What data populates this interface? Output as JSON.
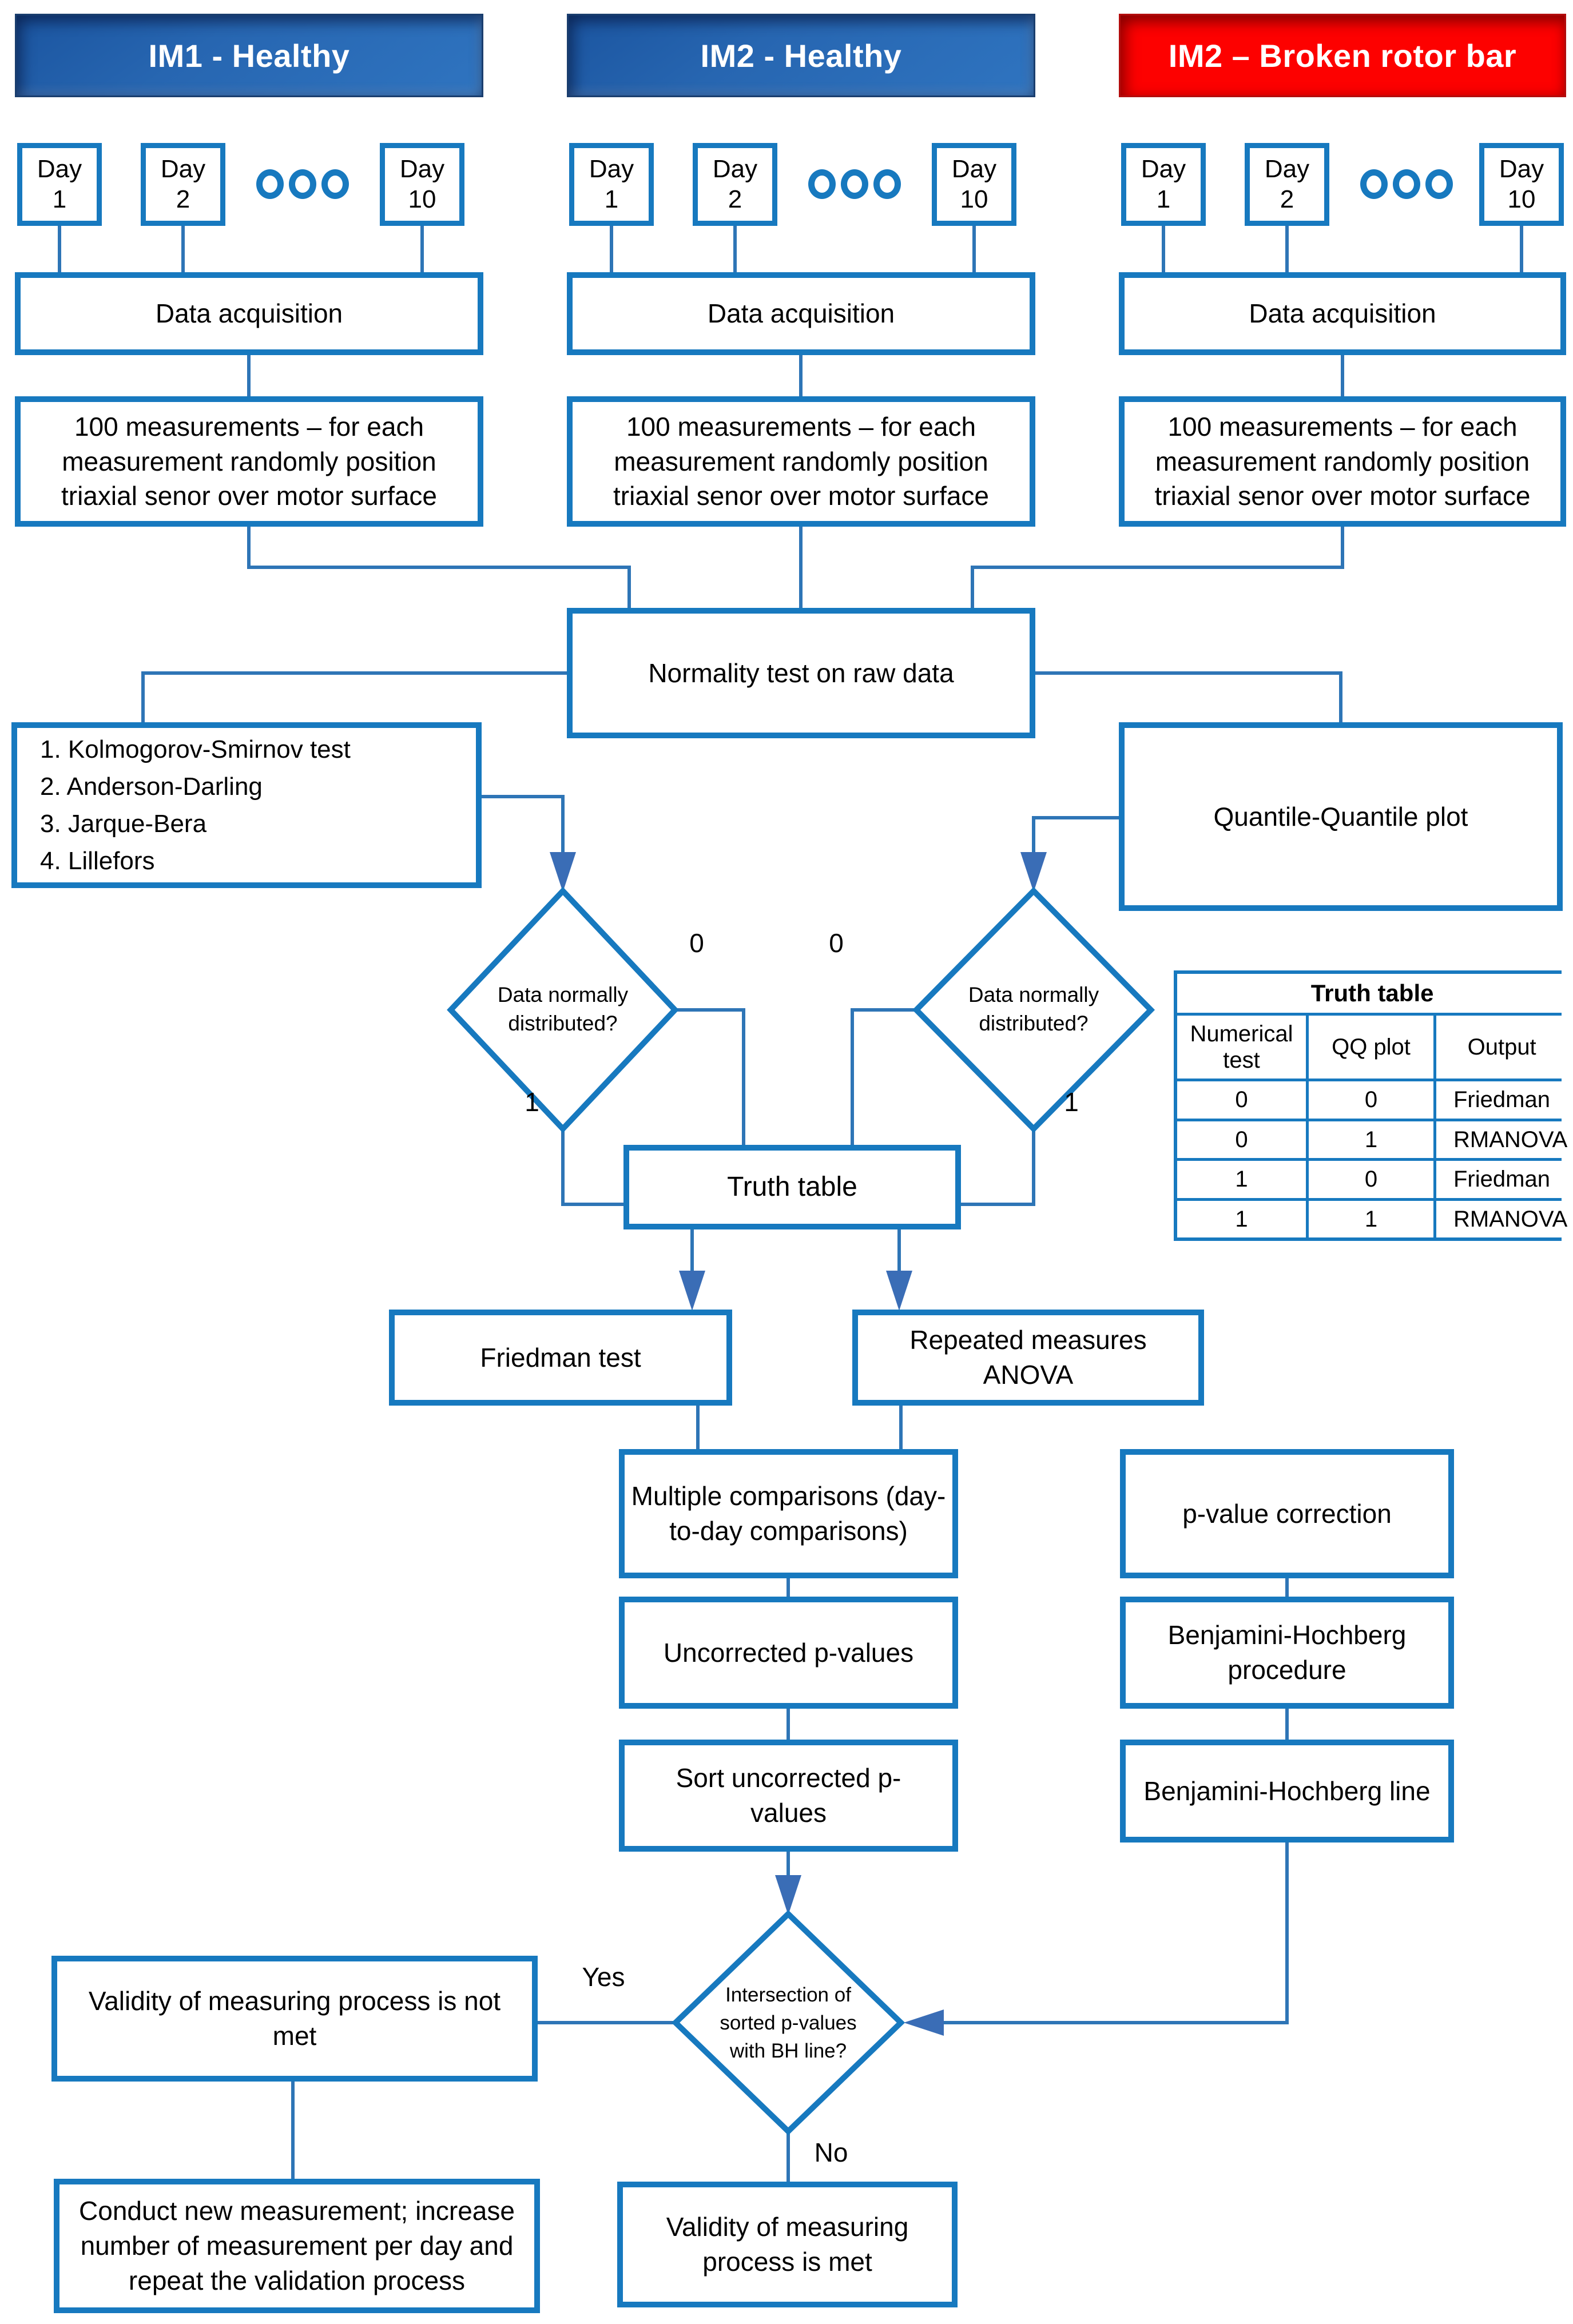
{
  "branches": [
    {
      "title": "IM1 - Healthy",
      "color": "#2766b1"
    },
    {
      "title": "IM2 - Healthy",
      "color": "#2766b1"
    },
    {
      "title": "IM2 – Broken rotor bar",
      "color": "#fd0100"
    }
  ],
  "day_label": "Day",
  "day_numbers": [
    "1",
    "2",
    "10"
  ],
  "data_acquisition": "Data acquisition",
  "measurements": "100 measurements – for each measurement randomly position triaxial senor over motor surface",
  "normality": "Normality test on raw data",
  "numerical_tests": [
    "1. Kolmogorov-Smirnov test",
    "2. Anderson-Darling",
    "3. Jarque-Bera",
    "4. Lillefors"
  ],
  "qq_plot": "Quantile-Quantile plot",
  "decision_normal": "Data normally distributed?",
  "decision_intersection": "Intersection of sorted p-values with BH line?",
  "labels": {
    "zero": "0",
    "one": "1",
    "yes": "Yes",
    "no": "No"
  },
  "truth_table_step": "Truth table",
  "truth_table": {
    "title": "Truth table",
    "headers": [
      "Numerical test",
      "QQ plot",
      "Output"
    ],
    "rows": [
      [
        "0",
        "0",
        "Friedman"
      ],
      [
        "0",
        "1",
        "RMANOVA"
      ],
      [
        "1",
        "0",
        "Friedman"
      ],
      [
        "1",
        "1",
        "RMANOVA"
      ]
    ]
  },
  "friedman": "Friedman test",
  "rmanova": "Repeated measures ANOVA",
  "multiple_comparisons": "Multiple comparisons (day-to-day comparisons)",
  "uncorrected": "Uncorrected p-values",
  "sort_uncorrected": "Sort uncorrected p-values",
  "p_value_correction": "p-value correction",
  "bh_procedure": "Benjamini-Hochberg procedure",
  "bh_line": "Benjamini-Hochberg line",
  "validity_not_met": "Validity of measuring process is not met",
  "conduct_new": "Conduct new measurement; increase number of measurement per day and repeat the validation process",
  "validity_met": "Validity of measuring process is met",
  "colors": {
    "box_border": "#1779bf",
    "connector": "#2e75b6",
    "arrow": "#3a6db6",
    "header_blue": "#2766b1",
    "header_red": "#fd0100",
    "text": "#000000"
  }
}
